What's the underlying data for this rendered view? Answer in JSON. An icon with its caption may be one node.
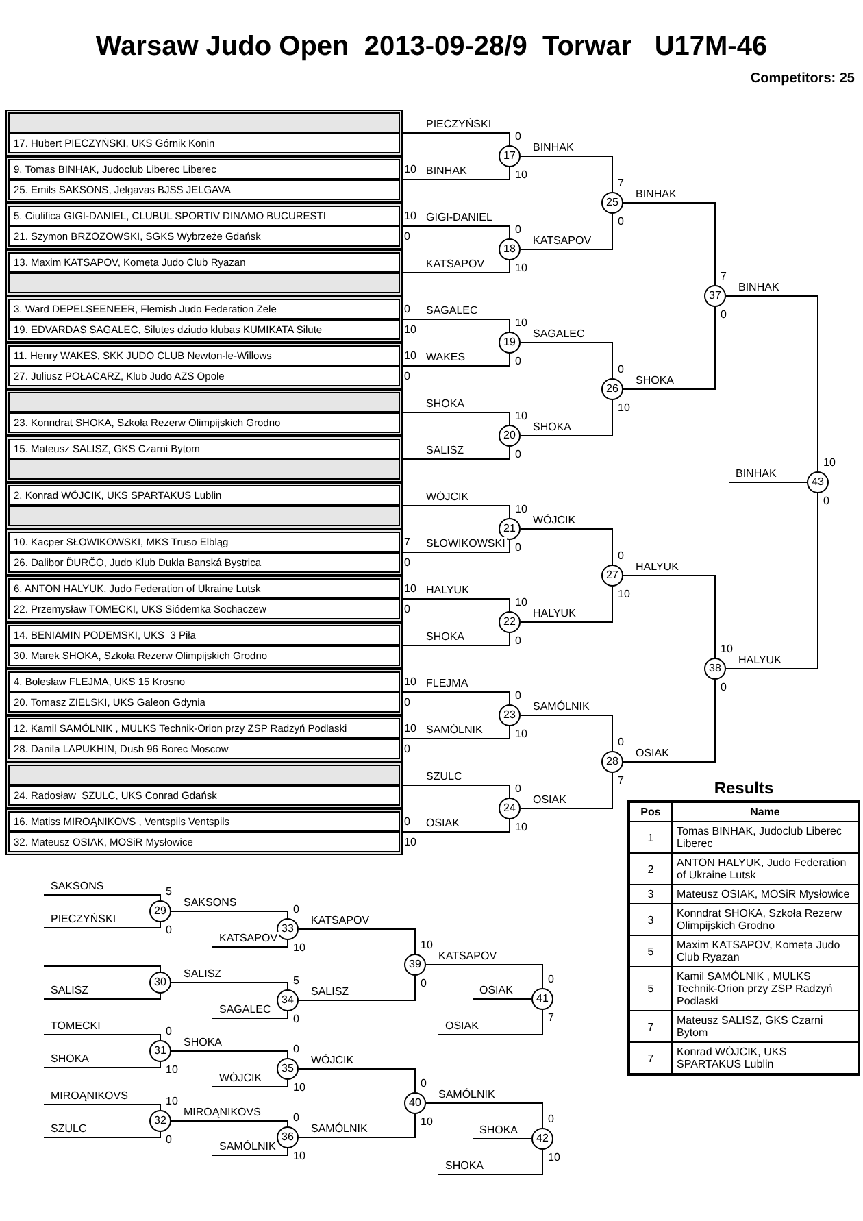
{
  "diagram": {
    "title": "Warsaw Judo Open  2013-09-28/9  Torwar   U17M-46",
    "nodes": [
      {
        "text": [],
        "shape": "box"
      },
      {
        "text": [],
        "shape": "box",
        "in": 0
      },
      {
        "text": [
          "17. Hubert PIECZYŃSKI, UKS Górnik Konin"
        ],
        "in": 0
      },
      {
        "text": [],
        "shape": "box"
      },
      {
        "text": [
          "9. Tomas BINHAK, Judoclub Liberec Liberec"
        ],
        "in": 3,
        "beside": [
          "10"
        ]
      },
      {
        "text": [
          "25. Emils SAKSONS, Jelgavas BJSS JELGAVA"
        ],
        "in": 3
      },
      {
        "text": [],
        "shape": "box"
      },
      {
        "text": [
          "5. Ciulifica GIGI-DANIEL, CLUBUL SPORTIV DINAMO BUCURESTI"
        ],
        "in": 6,
        "beside": [
          "10"
        ]
      },
      {
        "text": [
          "21. Szymon BRZOZOWSKI, SGKS Wybrzeże Gdańsk"
        ],
        "in": 6,
        "beside": [
          "0"
        ]
      },
      {
        "text": [],
        "shape": "box"
      },
      {
        "text": [
          "13. Maxim KATSAPOV, Kometa Judo Club Ryazan"
        ],
        "in": 9
      },
      {
        "text": [],
        "shape": "box",
        "in": 9
      },
      {
        "text": [],
        "shape": "box"
      },
      {
        "text": [
          "3. Ward DEPELSEENEER, Flemish Judo Federation Zele"
        ],
        "in": 12,
        "beside": [
          "0"
        ]
      },
      {
        "text": [
          "19. EDVARDAS SAGALEC, Silutes dziudo klubas KUMIKATA Silute"
        ],
        "in": 12,
        "beside": [
          "10"
        ]
      },
      {
        "text": [],
        "shape": "box"
      },
      {
        "text": [
          "11. Henry WAKES, SKK JUDO CLUB Newton-le-Willows"
        ],
        "in": 15,
        "beside": [
          "10"
        ]
      },
      {
        "text": [
          "27. Juliusz POŁACARZ, Klub Judo AZS Opole"
        ],
        "in": 15,
        "beside": [
          "0"
        ]
      },
      {
        "text": [],
        "shape": "box"
      },
      {
        "text": [],
        "shape": "box",
        "in": 18
      },
      {
        "text": [
          "23. Konndrat SHOKA, Szkoła Rezerw Olimpijskich Grodno"
        ],
        "in": 18
      },
      {
        "text": [],
        "shape": "box"
      },
      {
        "text": [
          "15. Mateusz SALISZ, GKS Czarni Bytom"
        ],
        "in": 21
      },
      {
        "text": [],
        "shape": "box",
        "in": 21
      },
      {
        "text": [],
        "shape": "box"
      },
      {
        "text": [
          "2. Konrad WÓJCIK, UKS SPARTAKUS Lublin"
        ],
        "in": 24
      },
      {
        "text": [],
        "shape": "box",
        "in": 24
      },
      {
        "text": [],
        "shape": "box"
      },
      {
        "text": [
          "10. Kacper SŁOWIKOWSKI, MKS Truso Elbląg"
        ],
        "in": 27,
        "beside": [
          "7"
        ]
      },
      {
        "text": [
          "26. Dalibor ĎURČO, Judo Klub Dukla Banská Bystrica"
        ],
        "in": 27,
        "beside": [
          "0"
        ]
      },
      {
        "text": [],
        "shape": "box"
      },
      {
        "text": [
          "6. ANTON HALYUK, Judo Federation of Ukraine Lutsk"
        ],
        "in": 30,
        "beside": [
          "10"
        ]
      },
      {
        "text": [
          "22. Przemysław TOMECKI, UKS Siódemka Sochaczew"
        ],
        "in": 30,
        "beside": [
          "0"
        ]
      },
      {
        "text": [],
        "shape": "box"
      },
      {
        "text": [
          "14. BENIAMIN PODEMSKI, UKS  3 Piła"
        ],
        "in": 33
      },
      {
        "text": [
          "30. Marek SHOKA, Szkoła Rezerw Olimpijskich Grodno"
        ],
        "in": 33
      },
      {
        "text": [],
        "shape": "box"
      },
      {
        "text": [
          "4. Bolesław FLEJMA, UKS 15 Krosno"
        ],
        "in": 36,
        "beside": [
          "10"
        ]
      },
      {
        "text": [
          "20. Tomasz ZIELSKI, UKS Galeon Gdynia"
        ],
        "in": 36,
        "beside": [
          "0"
        ]
      },
      {
        "text": [],
        "shape": "box"
      },
      {
        "text": [
          "12. Kamil SAMÓLNIK , MULKS Technik-Orion przy ZSP Radzyń Podlaski"
        ],
        "in": 39,
        "beside": [
          "10"
        ]
      },
      {
        "text": [
          "28. Danila LAPUKHIN, Dush 96 Borec Moscow"
        ],
        "in": 39,
        "beside": [
          "0"
        ]
      },
      {
        "text": [],
        "shape": "box"
      },
      {
        "text": [],
        "shape": "box",
        "in": 42
      },
      {
        "text": [
          "24. Radosław  SZULC, UKS Conrad Gdańsk"
        ],
        "in": 42
      },
      {
        "text": [],
        "shape": "box"
      },
      {
        "text": [
          "16. Matiss MIROĄNIKOVS , Ventspils Ventspils"
        ],
        "in": 45,
        "beside": [
          "0"
        ]
      },
      {
        "text": [
          "32. Mateusz OSIAK, MOSiR Mysłowice"
        ],
        "in": 45,
        "beside": [
          "10"
        ]
      },
      {
        "text": [
          "17"
        ],
        "beside": [
          "0",
          "10"
        ]
      },
      {
        "text": [
          "18"
        ],
        "beside": [
          "0",
          "10"
        ]
      },
      {
        "text": [
          "19"
        ],
        "beside": [
          "10",
          "0"
        ]
      },
      {
        "text": [
          "20"
        ],
        "beside": [
          "10",
          "0"
        ]
      },
      {
        "text": [
          "21"
        ],
        "beside": [
          "10",
          "0"
        ]
      },
      {
        "text": [
          "22"
        ],
        "beside": [
          "10",
          "0"
        ]
      },
      {
        "text": [
          "23"
        ],
        "beside": [
          "0",
          "10"
        ]
      },
      {
        "text": [
          "24"
        ],
        "beside": [
          "0",
          "10"
        ]
      },
      {
        "text": [
          "25"
        ],
        "beside": [
          "7",
          "0"
        ]
      },
      {
        "text": [
          "26"
        ],
        "beside": [
          "0",
          "10"
        ]
      },
      {
        "text": [
          "27"
        ],
        "beside": [
          "0",
          "10"
        ]
      },
      {
        "text": [
          "28"
        ],
        "beside": [
          "0",
          "7"
        ]
      },
      {
        "text": [
          "37"
        ],
        "beside": [
          "7",
          "0"
        ]
      },
      {
        "text": [
          "38"
        ],
        "beside": [
          "10",
          "0"
        ]
      },
      {
        "text": [
          "43"
        ],
        "beside": [
          "10",
          "0"
        ]
      },
      {
        "text": [
          "29"
        ],
        "beside": [
          "5",
          "0"
        ]
      },
      {
        "text": [
          "30"
        ]
      },
      {
        "text": [
          "31"
        ],
        "beside": [
          "0",
          "10"
        ]
      },
      {
        "text": [
          "32"
        ],
        "beside": [
          "10",
          "0"
        ]
      },
      {
        "text": [
          "33"
        ],
        "beside": [
          "0",
          "10"
        ]
      },
      {
        "text": [
          "34"
        ],
        "beside": [
          "5",
          "0"
        ]
      },
      {
        "text": [
          "35"
        ],
        "beside": [
          "0",
          "10"
        ]
      },
      {
        "text": [
          "36"
        ],
        "beside": [
          "0",
          "10"
        ]
      },
      {
        "text": [
          "39"
        ],
        "beside": [
          "10",
          "0"
        ]
      },
      {
        "text": [
          "40"
        ],
        "beside": [
          "0",
          "10"
        ]
      },
      {
        "text": [
          "41"
        ],
        "beside": [
          "0",
          "7"
        ]
      },
      {
        "text": [
          "42"
        ],
        "beside": [
          "0",
          "10"
        ]
      }
    ],
    "edges": [
      {
        "from": 0,
        "to": 48,
        "arrow": "none",
        "label": "PIECZYŃSKI"
      },
      {
        "from": 3,
        "to": 48,
        "arrow": "none",
        "label": "BINHAK"
      },
      {
        "from": 6,
        "to": 49,
        "arrow": "none",
        "label": "GIGI-DANIEL"
      },
      {
        "from": 9,
        "to": 49,
        "arrow": "none",
        "label": "KATSAPOV"
      },
      {
        "from": 12,
        "to": 50,
        "arrow": "none",
        "label": "SAGALEC"
      },
      {
        "from": 15,
        "to": 50,
        "arrow": "none",
        "label": "WAKES"
      },
      {
        "from": 18,
        "to": 51,
        "arrow": "none",
        "label": "SHOKA"
      },
      {
        "from": 21,
        "to": 51,
        "arrow": "none",
        "label": "SALISZ"
      },
      {
        "from": 24,
        "to": 52,
        "arrow": "none",
        "label": "WÓJCIK"
      },
      {
        "from": 27,
        "to": 52,
        "arrow": "none",
        "label": "SŁOWIKOWSKI"
      },
      {
        "from": 30,
        "to": 53,
        "arrow": "none",
        "label": "HALYUK"
      },
      {
        "from": 33,
        "to": 53,
        "arrow": "none",
        "label": "SHOKA"
      },
      {
        "from": 36,
        "to": 54,
        "arrow": "none",
        "label": "FLEJMA"
      },
      {
        "from": 39,
        "to": 54,
        "arrow": "none",
        "label": "SAMÓLNIK"
      },
      {
        "from": 42,
        "to": 55,
        "arrow": "none",
        "label": "SZULC"
      },
      {
        "from": 45,
        "to": 55,
        "arrow": "none",
        "label": "OSIAK"
      },
      {
        "from": 48,
        "to": 56,
        "arrow": "none",
        "label": "BINHAK"
      },
      {
        "from": 49,
        "to": 56,
        "arrow": "none",
        "label": "KATSAPOV"
      },
      {
        "from": 50,
        "to": 57,
        "arrow": "none",
        "label": "SAGALEC"
      },
      {
        "from": 51,
        "to": 57,
        "arrow": "none",
        "label": "SHOKA"
      },
      {
        "from": 52,
        "to": 58,
        "arrow": "none",
        "label": "WÓJCIK"
      },
      {
        "from": 53,
        "to": 58,
        "arrow": "none",
        "label": "HALYUK"
      },
      {
        "from": 54,
        "to": 59,
        "arrow": "none",
        "label": "SAMÓLNIK"
      },
      {
        "from": 55,
        "to": 59,
        "arrow": "none",
        "label": "OSIAK"
      },
      {
        "from": 56,
        "to": 60,
        "arrow": "none",
        "label": "BINHAK"
      },
      {
        "from": 57,
        "to": 60,
        "arrow": "none",
        "label": "SHOKA"
      },
      {
        "from": 58,
        "to": 61,
        "arrow": "none",
        "label": "HALYUK"
      },
      {
        "from": 59,
        "to": 61,
        "arrow": "none",
        "label": "OSIAK"
      },
      {
        "from": 60,
        "to": 62,
        "arrow": "none",
        "label": "BINHAK"
      },
      {
        "from": 61,
        "to": 62,
        "arrow": "none",
        "label": "HALYUK"
      },
      {
        "from": 62,
        "to": null,
        "arrow": "none",
        "label": "BINHAK"
      },
      {
        "from": null,
        "to": 63,
        "arrow": "none",
        "label": "SAKSONS"
      },
      {
        "from": null,
        "to": 63,
        "arrow": "none",
        "label": "PIECZYŃSKI"
      },
      {
        "from": null,
        "to": 64,
        "arrow": "none"
      },
      {
        "from": null,
        "to": 64,
        "arrow": "none",
        "label": "SALISZ"
      },
      {
        "from": null,
        "to": 65,
        "arrow": "none",
        "label": "TOMECKI"
      },
      {
        "from": null,
        "to": 65,
        "arrow": "none",
        "label": "SHOKA"
      },
      {
        "from": null,
        "to": 66,
        "arrow": "none",
        "label": "MIROĄNIKOVS"
      },
      {
        "from": null,
        "to": 66,
        "arrow": "none",
        "label": "SZULC"
      },
      {
        "from": 63,
        "to": 67,
        "arrow": "none",
        "label": "SAKSONS"
      },
      {
        "from": null,
        "to": 67,
        "arrow": "none",
        "label": "KATSAPOV"
      },
      {
        "from": 64,
        "to": 68,
        "arrow": "none",
        "label": "SALISZ"
      },
      {
        "from": null,
        "to": 68,
        "arrow": "none",
        "label": "SAGALEC"
      },
      {
        "from": 65,
        "to": 69,
        "arrow": "none",
        "label": "SHOKA"
      },
      {
        "from": null,
        "to": 69,
        "arrow": "none",
        "label": "WÓJCIK"
      },
      {
        "from": 66,
        "to": 70,
        "arrow": "none",
        "label": "MIROĄNIKOVS"
      },
      {
        "from": null,
        "to": 70,
        "arrow": "none",
        "label": "SAMÓLNIK"
      },
      {
        "from": 67,
        "to": 71,
        "arrow": "none",
        "label": "KATSAPOV"
      },
      {
        "from": 68,
        "to": 71,
        "arrow": "none",
        "label": "SALISZ"
      },
      {
        "from": 69,
        "to": 72,
        "arrow": "none",
        "label": "WÓJCIK"
      },
      {
        "from": 70,
        "to": 72,
        "arrow": "none",
        "label": "SAMÓLNIK"
      },
      {
        "from": 71,
        "to": 73,
        "arrow": "none",
        "label": "KATSAPOV"
      },
      {
        "from": null,
        "to": 73,
        "arrow": "none",
        "label": "OSIAK"
      },
      {
        "from": 73,
        "to": null,
        "arrow": "none",
        "label": "OSIAK"
      },
      {
        "from": 72,
        "to": 74,
        "arrow": "none",
        "label": "SAMÓLNIK"
      },
      {
        "from": null,
        "to": 74,
        "arrow": "none",
        "label": "SHOKA"
      },
      {
        "from": 74,
        "to": null,
        "arrow": "none",
        "label": "SHOKA"
      }
    ],
    "labels": [
      "Competitors: 25",
      "Results",
      "Pos",
      "Name",
      "1",
      "Tomas BINHAK, Judoclub Liberec Liberec",
      "2",
      "ANTON HALYUK, Judo Federation of Ukraine Lutsk",
      "3",
      "Mateusz OSIAK, MOSiR Mysłowice",
      "3",
      "Konndrat SHOKA, Szkoła Rezerw Olimpijskich Grodno",
      "5",
      "Maxim KATSAPOV, Kometa Judo Club Ryazan",
      "5",
      "Kamil SAMÓLNIK , MULKS Technik-Orion przy ZSP Radzyń Podlaski",
      "7",
      "Mateusz SALISZ, GKS Czarni Bytom",
      "7",
      "Konrad WÓJCIK, UKS SPARTAKUS Lublin"
    ]
  }
}
